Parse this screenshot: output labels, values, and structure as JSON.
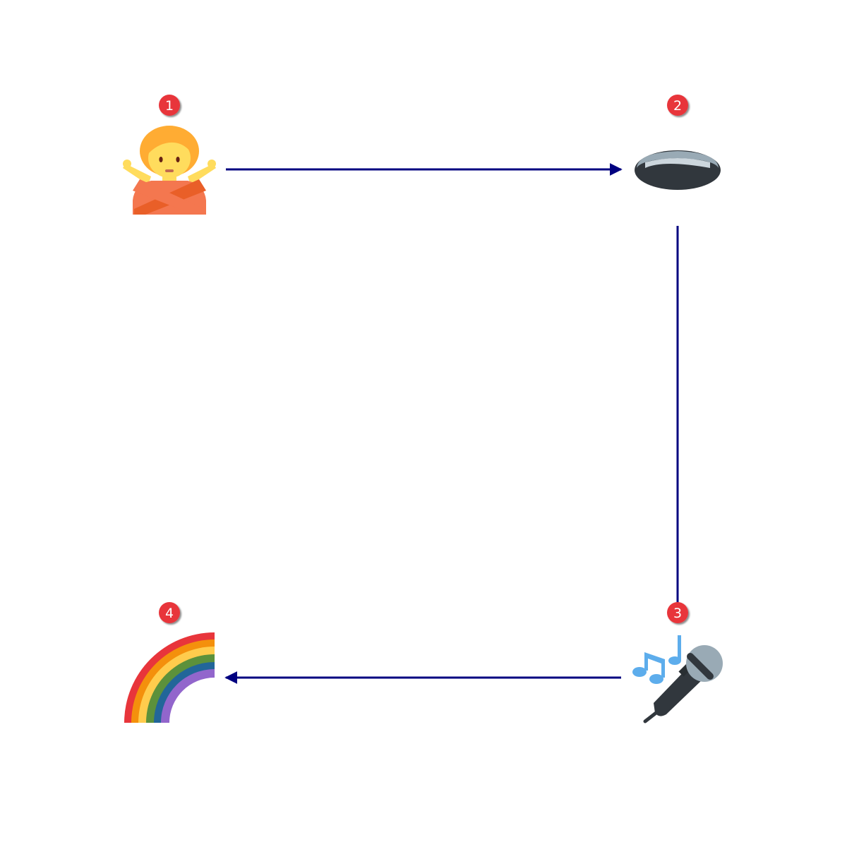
{
  "diagram": {
    "steps": [
      {
        "number": "1",
        "icon": "person-gesturing-no-icon"
      },
      {
        "number": "2",
        "icon": "hole-icon"
      },
      {
        "number": "3",
        "icon": "microphone-icon"
      },
      {
        "number": "4",
        "icon": "rainbow-icon"
      }
    ],
    "edges": [
      {
        "from": "1",
        "to": "2",
        "arrowhead": true
      },
      {
        "from": "2",
        "to": "3",
        "arrowhead": false
      },
      {
        "from": "3",
        "to": "4",
        "arrowhead": true
      }
    ],
    "colors": {
      "connector": "#000080",
      "badge": "#e8353b",
      "badge_text": "#ffffff"
    }
  }
}
